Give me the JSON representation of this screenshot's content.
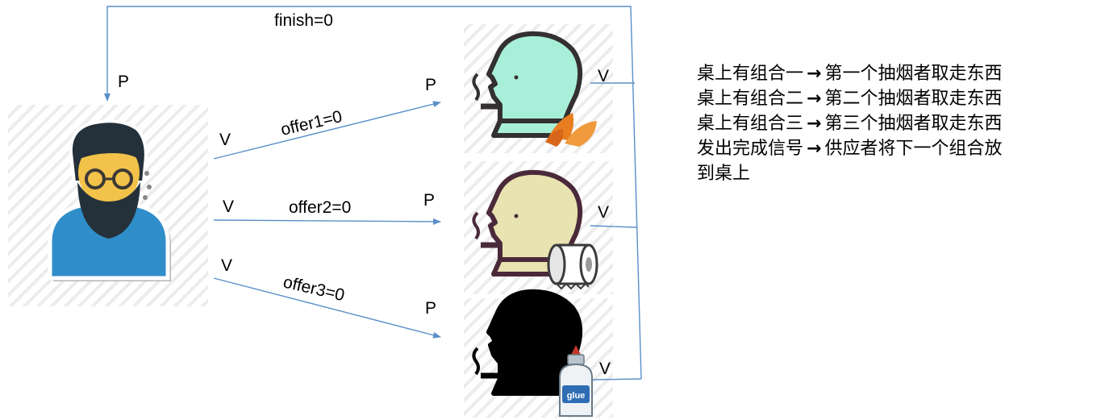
{
  "labels": {
    "finish": "finish=0",
    "offer1": "offer1=0",
    "offer2": "offer2=0",
    "offer3": "offer3=0",
    "p": "P",
    "v": "V"
  },
  "glue_label": "glue",
  "notes": [
    {
      "cond": "桌上有组合一",
      "action": "第一个抽烟者取走东西"
    },
    {
      "cond": "桌上有组合二",
      "action": "第二个抽烟者取走东西"
    },
    {
      "cond": "桌上有组合三",
      "action": "第三个抽烟者取走东西"
    },
    {
      "cond": "发出完成信号",
      "action": "供应者将下一个组合放"
    }
  ],
  "notes_tail": "到桌上",
  "arrow_glyph": "→",
  "colors": {
    "line": "#5b8fc9",
    "smoker1_face": "#a8efd9",
    "smoker2_face": "#e8e3b0",
    "smoker3_face": "#000000",
    "outline": "#33302f",
    "shirt": "#2f8ec9",
    "skin": "#f2c24a",
    "hair": "#25313a",
    "tobacco": "#e87e1f"
  }
}
